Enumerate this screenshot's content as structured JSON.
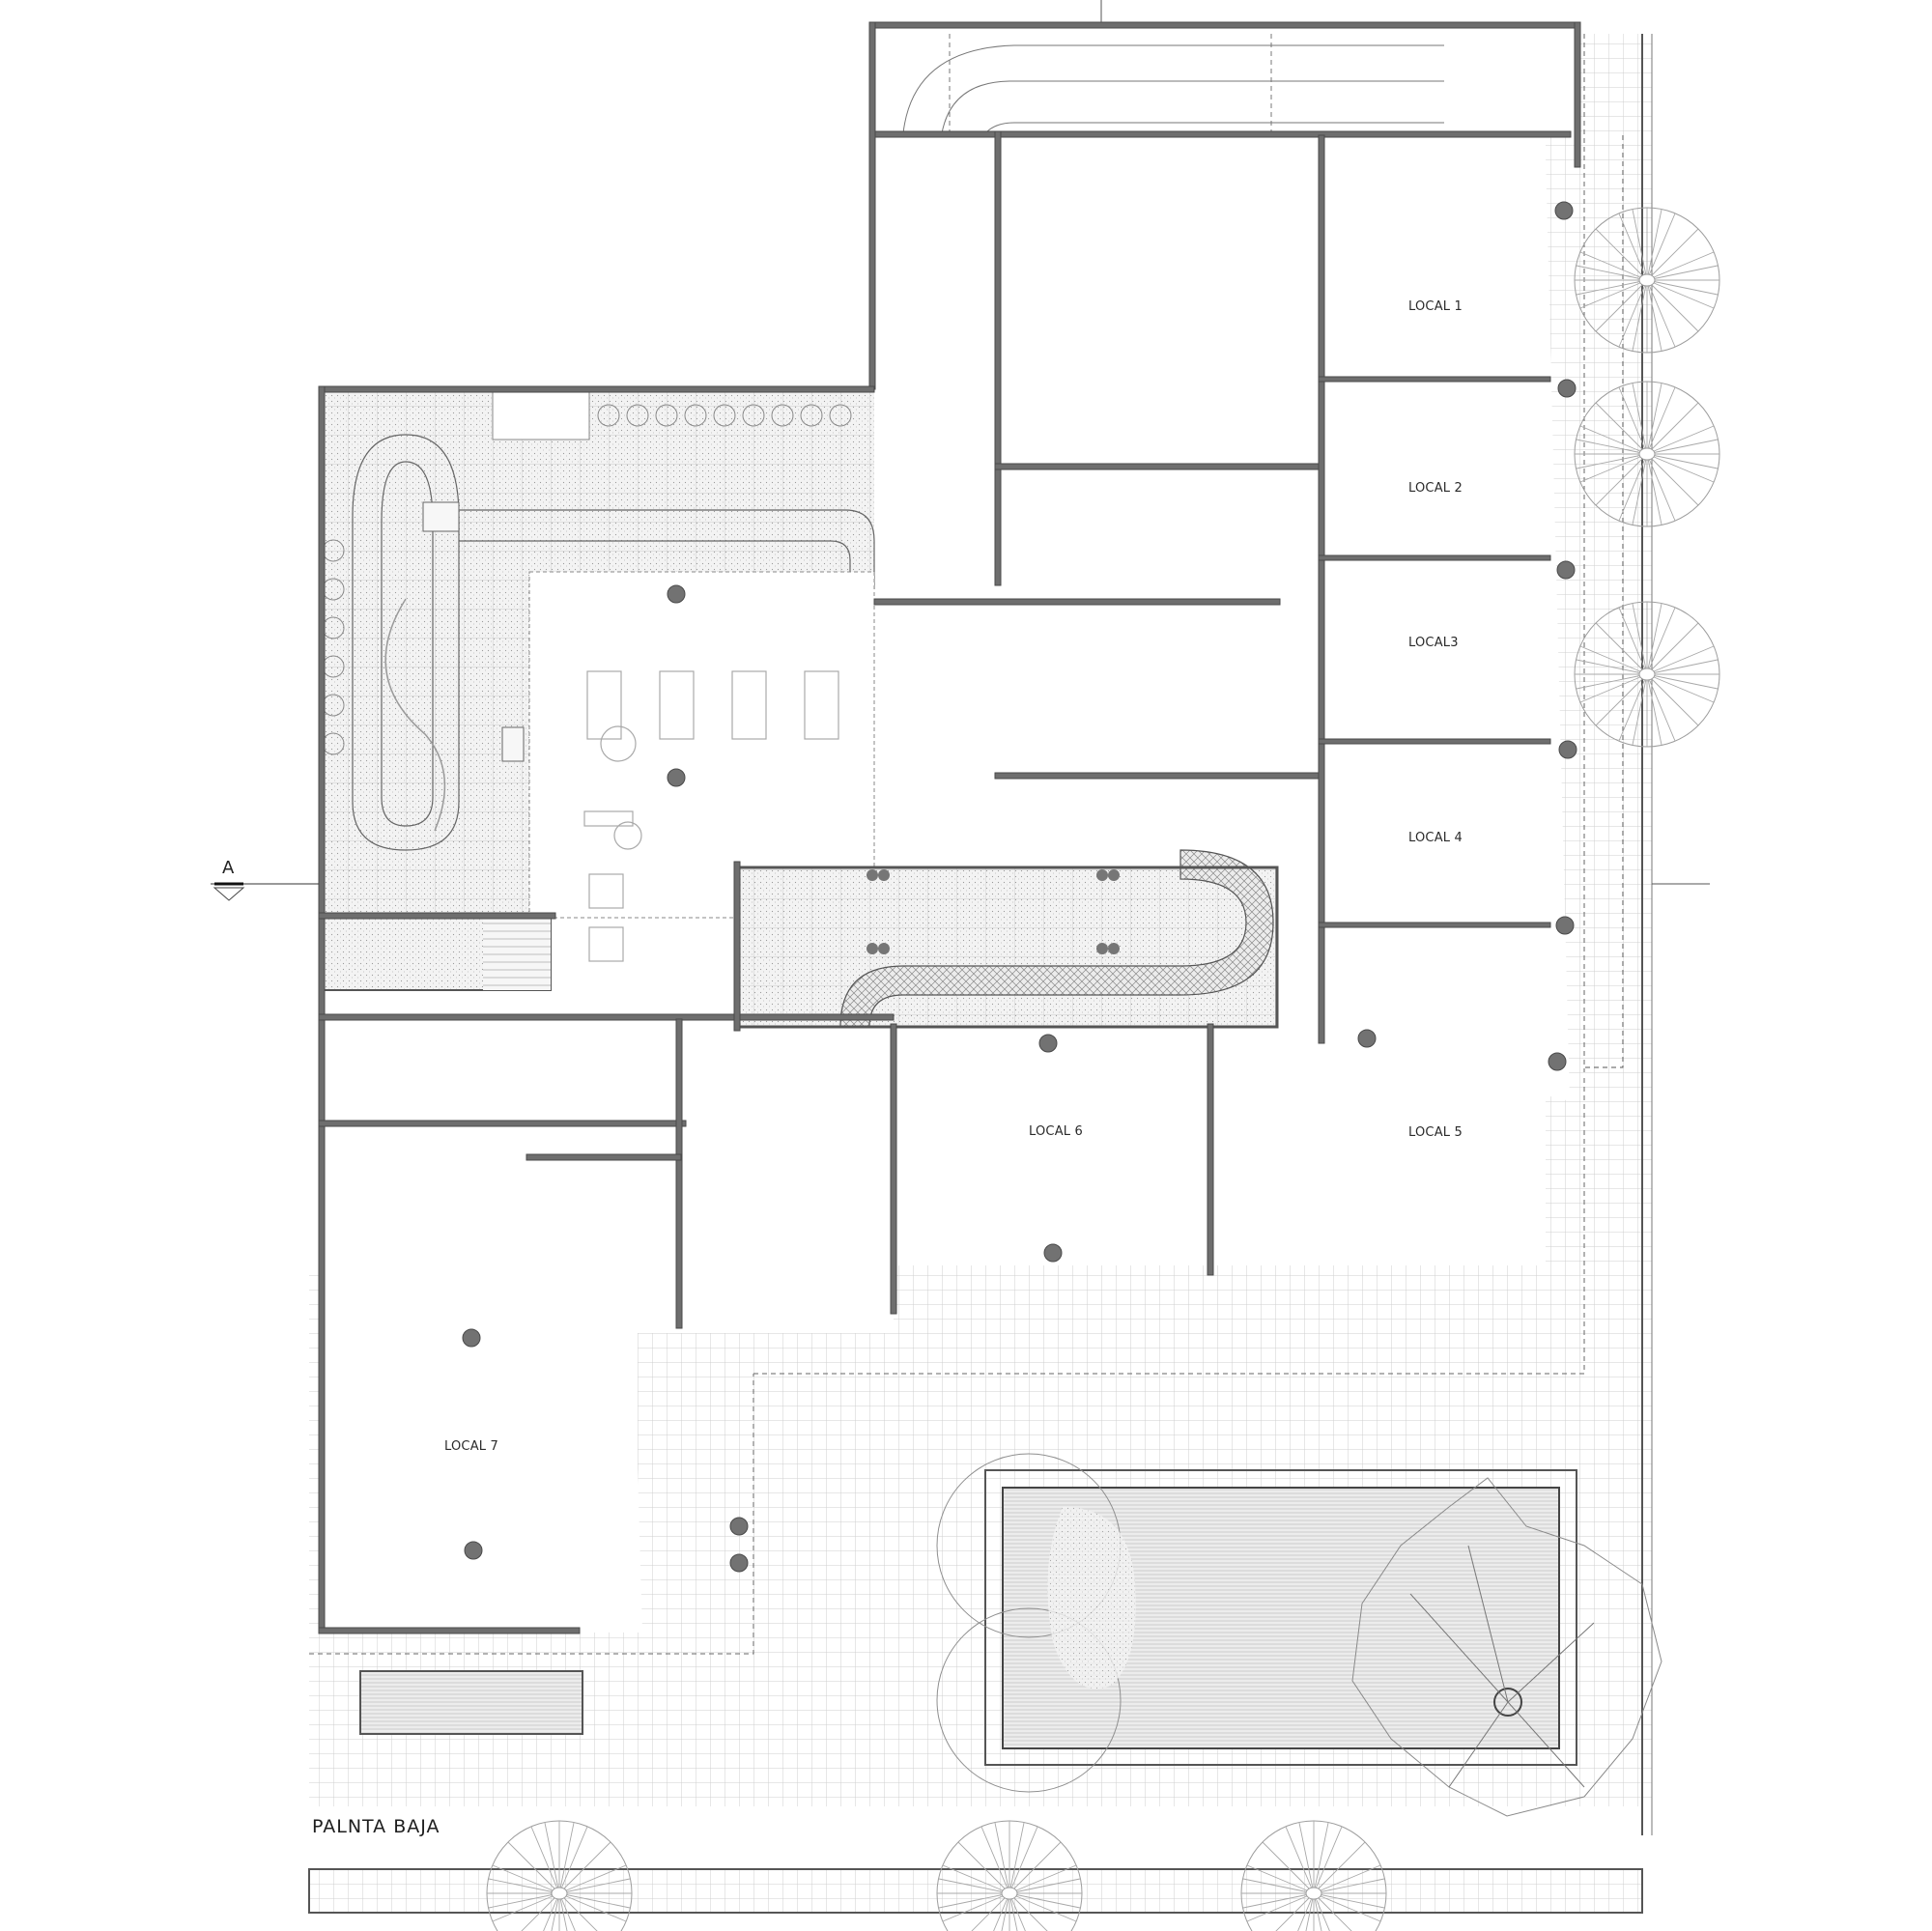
{
  "drawing": {
    "title": "PALNTA BAJA",
    "section_marker": "A",
    "colors": {
      "wall": "#6e6e6e",
      "wall_stroke": "#4a4a4a",
      "grid": "#c8c8c8",
      "hatch": "#d9d9d9",
      "furniture": "#a9a9a9",
      "background": "#ffffff"
    }
  },
  "units": [
    {
      "id": "local-1",
      "label": "LOCAL 1"
    },
    {
      "id": "local-2",
      "label": "LOCAL 2"
    },
    {
      "id": "local-3",
      "label": "LOCAL3"
    },
    {
      "id": "local-4",
      "label": "LOCAL 4"
    },
    {
      "id": "local-5",
      "label": "LOCAL 5"
    },
    {
      "id": "local-6",
      "label": "LOCAL 6"
    },
    {
      "id": "local-7",
      "label": "LOCAL 7"
    }
  ]
}
